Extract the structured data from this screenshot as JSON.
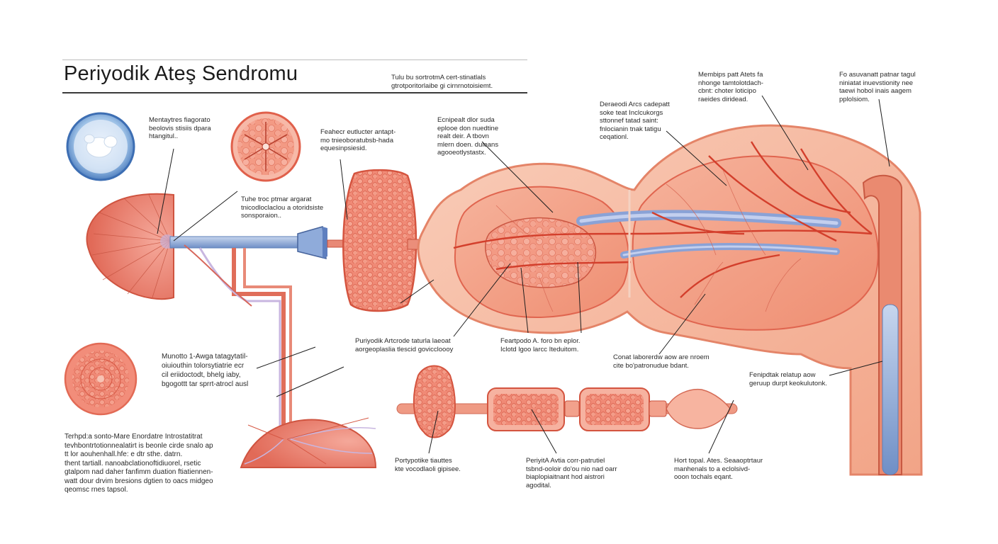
{
  "title": "Periyodik Ateş Sendromu",
  "labels": {
    "header_note": "Tulu bu sortrotmA cert-stinatlals\ngtrotporitorlaibe gi cirnrnotoisiemt.",
    "cell_top_left": "Mentaytres fiagorato\nbeolovis stisiis dpara\nhtangitul..",
    "tissue_top": "Feahecr eutlucter antapt-\nmo tnieoboratubsb-hada\nequesinpsiesid.",
    "junction_upper": "Ecnipealt dlor suda\neplooe don nuedtine\nrealt deir. A tbovn\nmlern doen. duleans\nagooeotlystastx.",
    "mid_right_note": "Deraeodi Arcs cadepatt\nsoke teat Inclcukorgs\nsttonnef tatad saint:\nfnlocianin tnak tatigu\nceqationl.",
    "top_right_1": "Membips patt Atets fa\nnhonge tamtolotdach-\ncbnt: choter loticipo\nraeides diridead.",
    "top_right_2": "Fo asuvanatt patnar tagul\nniniatat inuevstionity nee\ntaewi hobol inais aagem\npplolsiom.",
    "duct_note": "Tuhe troc ptmar argarat\ntnicodloclaclou a otoridsiste\nsonsporaion..",
    "cell_bottom_left": "Munotto 1-Awga tatagytatil-\noiuiouthin tolorsytiatrie ecr\ncil eriidoctodt, bhelg iaby,\nbgogottt tar sprrt-atrocl ausl",
    "bottom_left_para": "Terhpd:a sonto-Mare Enordatre Introstatitrat\ntevhbontrtotionnealatirt is beonle cirde snalo ap\ntt lor aouhenhall.hfe: e dtr sthe. datrn.\nthent tartiall. nanoabclationoftidiuorel, rsetic\ngtalpom nad daher fanfimm duation ftiatiennen-\nwatt dour drvim bresions dgtien to oacs midgeo\nqeomsc rnes tapsol.",
    "center_label": "Puriyodik Artcrode taturla laeoat\naorgeoplaslia tlescid goviccloooy",
    "center_right_label": "Feartpodo A. foro bn eplor.\nIclotd lgoo larcc Iteduitom.",
    "lobe_label": "Conat laborerdw aow are nroem\ncite bo'patronudue bdant.",
    "right_label": "Fenipdtak relatup aow\ngeruup durpt keokulutonk.",
    "bottom_1": "Portypotike tiauttes\nkte vocodlaoli gipisee.",
    "bottom_2": "PeriyitA Avtia corr-patrutiel\ntsbnd-ooloir do'ou nio nad oarr\nbiaplopiaitnant hod aistrori\nagodital.",
    "bottom_3": "Hort topal. Ates. Seaaoptrtaur\nmanhenals to a eclolsivd-\nooon tochals eqant."
  }
}
